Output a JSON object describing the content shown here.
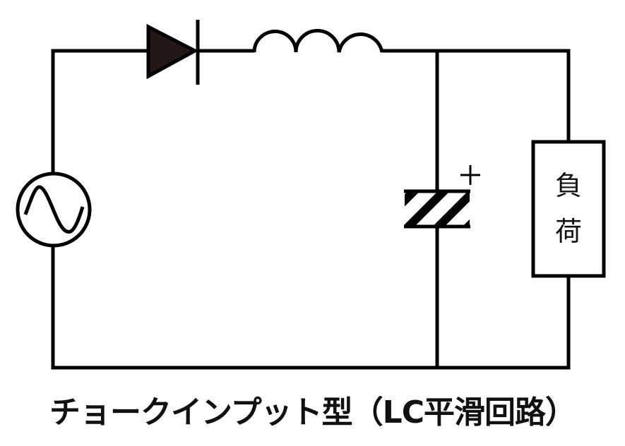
{
  "diagram": {
    "title": "チョークインプット型（LC平滑回路）",
    "colors": {
      "wire": "#000000",
      "diode_fill": "#231815",
      "background": "#ffffff"
    },
    "components": {
      "ac_source": {
        "symbol": "sine-wave-in-circle",
        "label": ""
      },
      "diode": {
        "symbol": "diode",
        "label": ""
      },
      "inductor": {
        "symbol": "inductor-3-turns",
        "label": ""
      },
      "capacitor": {
        "symbol": "electrolytic-capacitor",
        "polarity_mark": "+"
      },
      "load": {
        "label_line1": "負",
        "label_line2": "荷"
      }
    }
  }
}
